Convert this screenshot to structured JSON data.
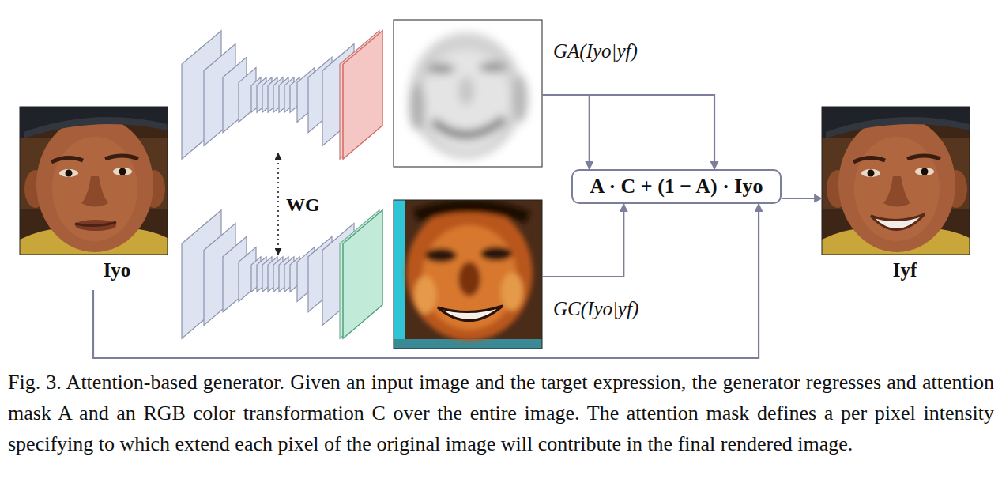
{
  "diagram": {
    "caption": "Fig. 3. Attention-based generator. Given an input image and the target expression, the generator regresses and attention mask A and an RGB color transformation C over the entire image. The attention mask defines a per pixel intensity specifying to which extend each pixel of the original image will contribute in the final rendered image.",
    "nodes": [
      {
        "text": [
          "Iyo"
        ]
      },
      {
        "text": [
          "GA(Iyo|yf)"
        ]
      },
      {
        "text": [
          "GC(Iyo|yf)"
        ]
      },
      {
        "text": [
          "A · C + (1 − A) · Iyo"
        ]
      },
      {
        "text": [
          "Iyf"
        ]
      }
    ],
    "edges": [
      {
        "from": 1,
        "to": 3,
        "arrow": "to"
      },
      {
        "from": 1,
        "to": 3,
        "arrow": "to"
      },
      {
        "from": 2,
        "to": 3,
        "arrow": "to"
      },
      {
        "from": 0,
        "to": 3,
        "arrow": "to"
      },
      {
        "from": 3,
        "to": 4,
        "arrow": "to"
      }
    ],
    "labels": [
      "WG"
    ]
  }
}
